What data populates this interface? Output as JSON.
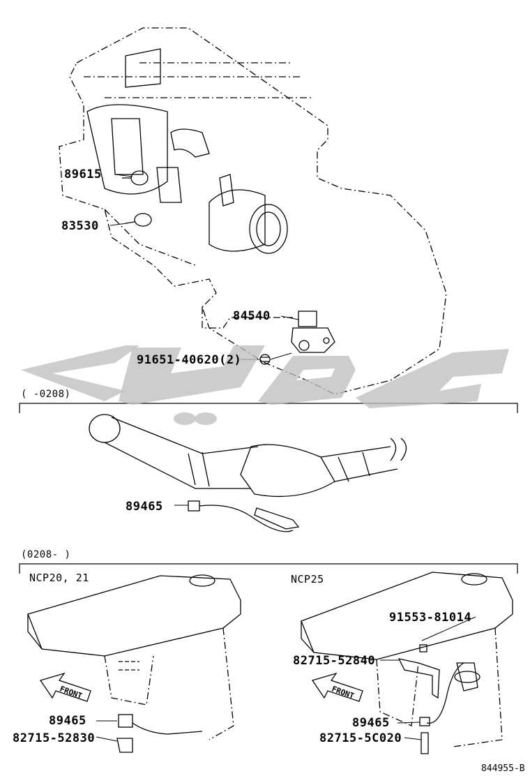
{
  "parts": {
    "p89615": "89615",
    "p83530": "83530",
    "p84540": "84540",
    "p91651": "91651-40620(2)",
    "p89465_a": "89465",
    "p89465_b": "89465",
    "p82715_52830": "82715-52830",
    "p91553": "91553-81014",
    "p82715_52840": "82715-52840",
    "p89465_c": "89465",
    "p82715_5c020": "82715-5C020"
  },
  "sections": {
    "before": "(      -0208)",
    "after": "(0208-      )"
  },
  "subsections": {
    "left": "NCP20, 21",
    "right": "NCP25"
  },
  "front_labels": {
    "left": "FRONT",
    "right": "FRONT"
  },
  "illustration_code": "844955-B"
}
